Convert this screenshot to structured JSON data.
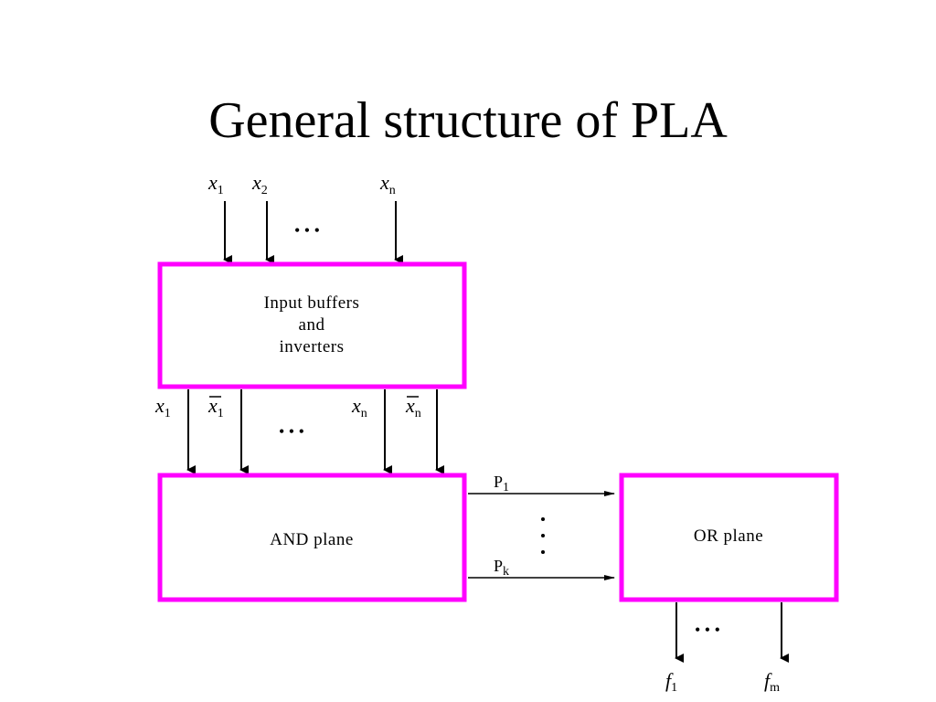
{
  "slide": {
    "title": "General structure of PLA"
  },
  "colors": {
    "box_border": "#ff00ff",
    "line": "#000000",
    "background": "#ffffff"
  },
  "diagram": {
    "inputs": {
      "x1": "x",
      "x1_sub": "1",
      "x2": "x",
      "x2_sub": "2",
      "xn": "x",
      "xn_sub": "n"
    },
    "input_buffer": {
      "line1": "Input buffers",
      "line2": "and",
      "line3": "inverters"
    },
    "buffer_outputs": {
      "x1": "x",
      "x1_sub": "1",
      "x1bar": "x",
      "x1bar_sub": "1",
      "xn": "x",
      "xn_sub": "n",
      "xnbar": "x",
      "xnbar_sub": "n"
    },
    "and_plane": {
      "label": "AND plane"
    },
    "or_plane": {
      "label": "OR plane"
    },
    "products": {
      "p1": "P",
      "p1_sub": "1",
      "pk": "P",
      "pk_sub": "k"
    },
    "outputs": {
      "f1": "f",
      "f1_sub": "1",
      "fm": "f",
      "fm_sub": "m"
    },
    "ellipsis": "• • •"
  }
}
